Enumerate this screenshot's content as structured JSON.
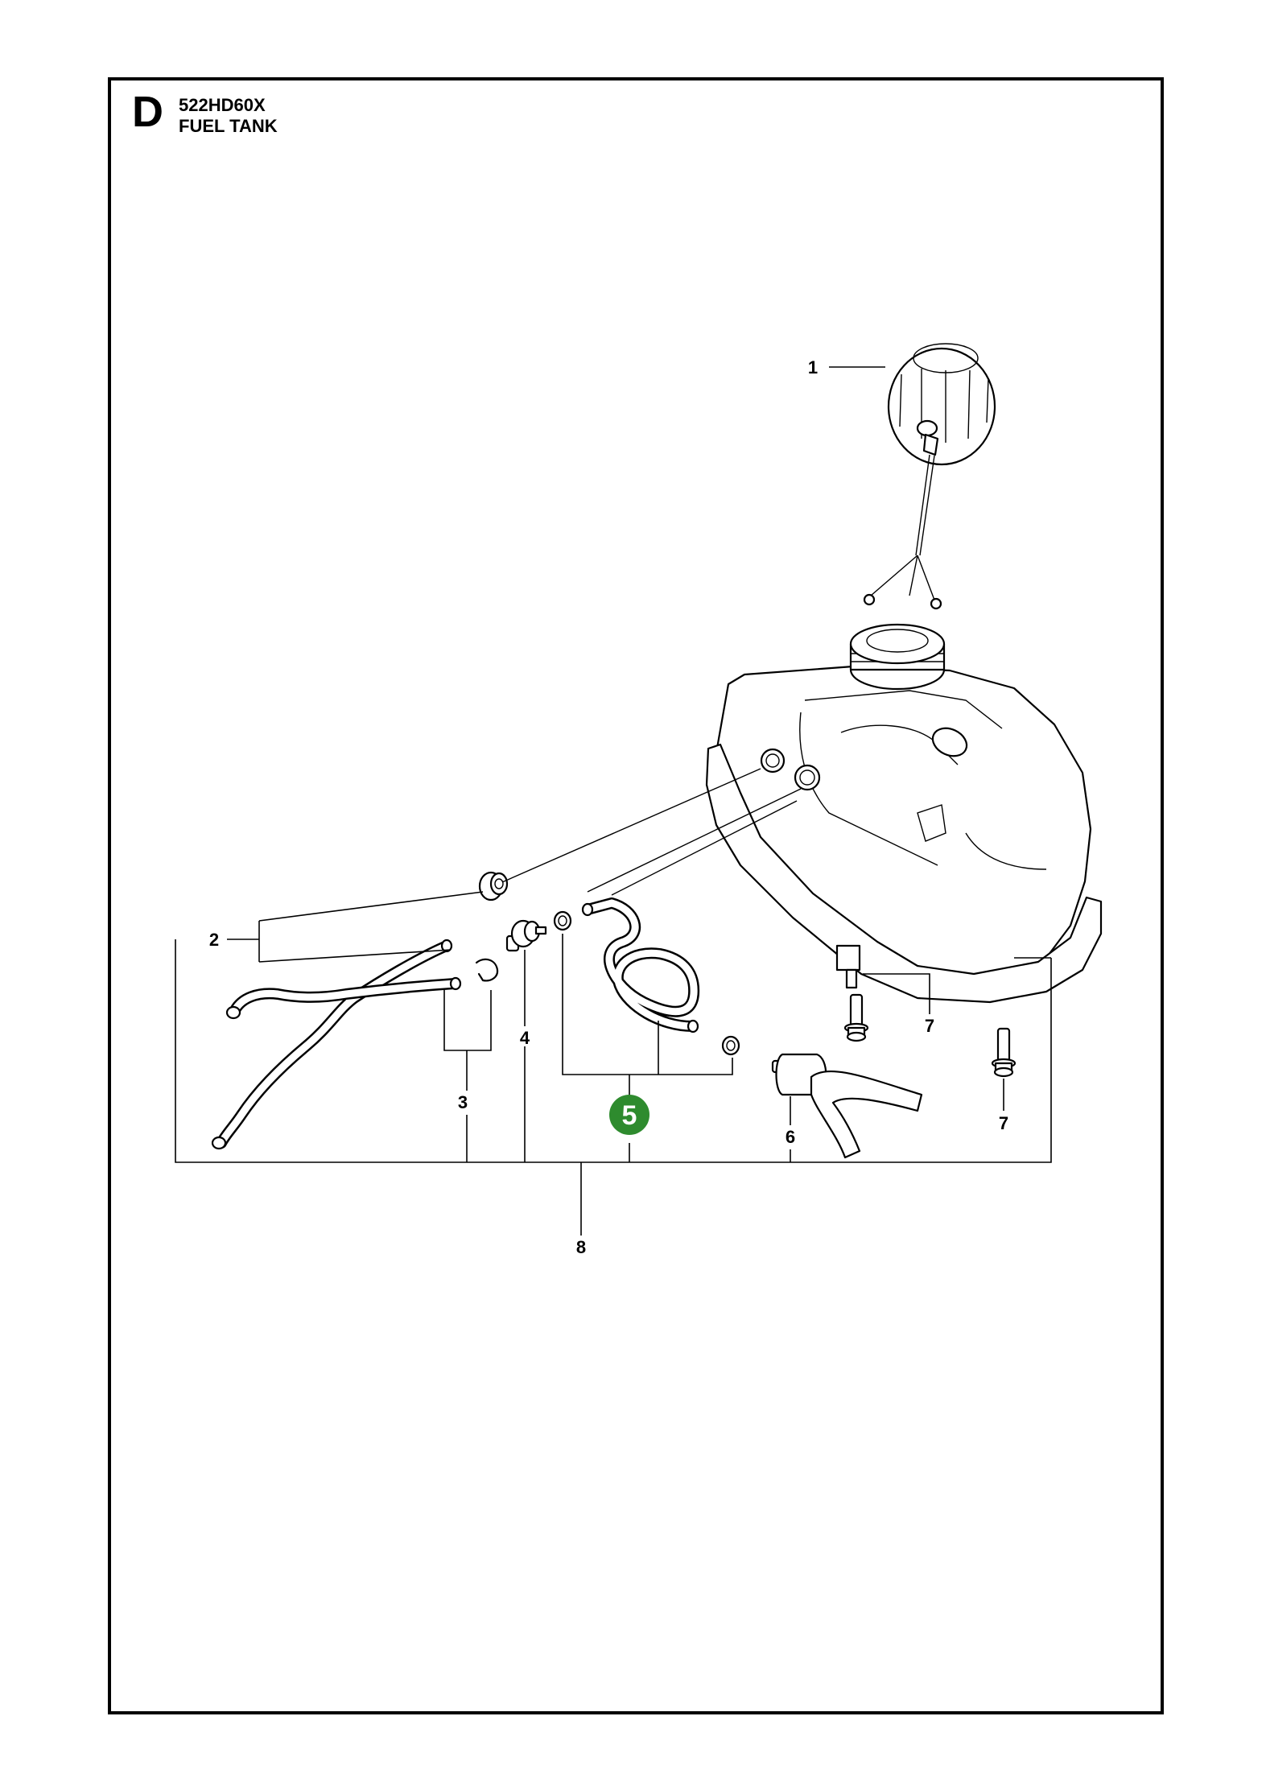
{
  "header": {
    "section_letter": "D",
    "model": "522HD60X",
    "title": "FUEL TANK"
  },
  "callouts": {
    "c1": "1",
    "c2": "2",
    "c3": "3",
    "c4": "4",
    "c5": "5",
    "c6": "6",
    "c7a": "7",
    "c7b": "7",
    "c8": "8"
  },
  "colors": {
    "highlight": "#2e8b2e",
    "line": "#000000"
  }
}
